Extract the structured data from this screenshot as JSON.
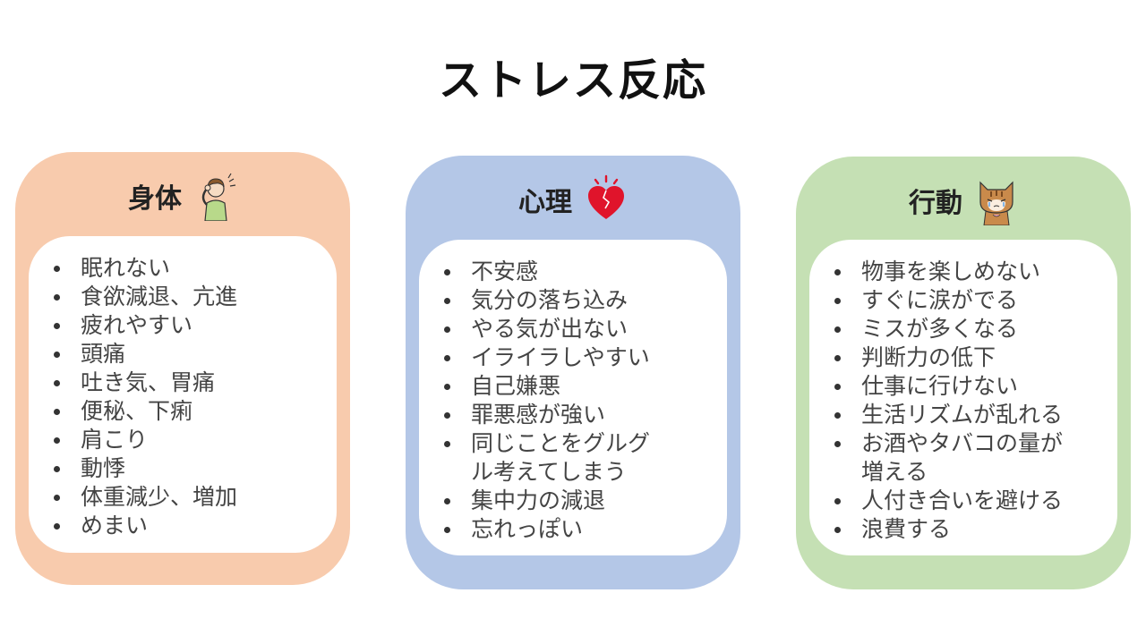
{
  "title": "ストレス反応",
  "colors": {
    "body": "#f8cbad",
    "mind": "#b4c7e7",
    "behavior": "#c5e0b4"
  },
  "cards": [
    {
      "title": "身体",
      "icon": "stressed-person-icon",
      "items": [
        "眠れない",
        "食欲減退、亢進",
        "疲れやすい",
        "頭痛",
        "吐き気、胃痛",
        "便秘、下痢",
        "肩こり",
        "動悸",
        "体重減少、増加",
        "めまい"
      ]
    },
    {
      "title": "心理",
      "icon": "broken-heart-icon",
      "items": [
        "不安感",
        "気分の落ち込み",
        "やる気が出ない",
        "イライラしやすい",
        "自己嫌悪",
        "罪悪感が強い",
        "同じことをグルグル考えてしまう",
        "集中力の減退",
        "忘れっぽい"
      ]
    },
    {
      "title": "行動",
      "icon": "crying-cat-icon",
      "items": [
        "物事を楽しめない",
        "すぐに涙がでる",
        "ミスが多くなる",
        "判断力の低下",
        "仕事に行けない",
        "生活リズムが乱れる",
        "お酒やタバコの量が増える",
        "人付き合いを避ける",
        "浪費する"
      ]
    }
  ]
}
